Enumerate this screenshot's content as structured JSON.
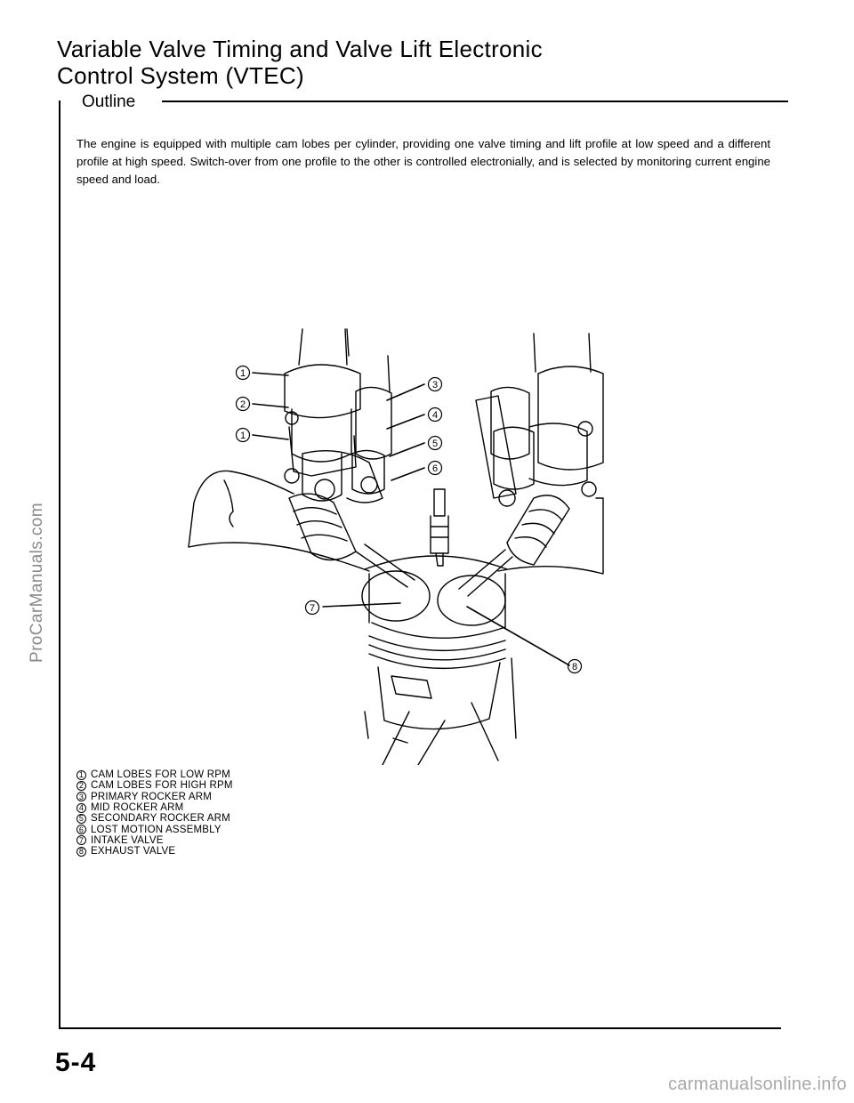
{
  "document": {
    "title_line1": "Variable Valve Timing and Valve Lift Electronic",
    "title_line2": "Control System (VTEC)",
    "section_heading": "Outline",
    "intro": "The engine is equipped with multiple cam lobes per cylinder, providing one valve timing and lift profile at low speed and a different profile at high speed. Switch-over from one profile to the other is controlled electronially, and is selected by monitoring current engine speed and load.",
    "page_number": "5-4"
  },
  "diagram": {
    "callouts": [
      "1",
      "2",
      "1",
      "3",
      "4",
      "5",
      "6",
      "7",
      "8"
    ]
  },
  "legend": [
    {
      "num": "1",
      "text": "CAM LOBES FOR LOW RPM"
    },
    {
      "num": "2",
      "text": "CAM LOBES FOR HIGH RPM"
    },
    {
      "num": "3",
      "text": "PRIMARY ROCKER ARM"
    },
    {
      "num": "4",
      "text": "MID ROCKER ARM"
    },
    {
      "num": "5",
      "text": "SECONDARY ROCKER ARM"
    },
    {
      "num": "6",
      "text": "LOST MOTION ASSEMBLY"
    },
    {
      "num": "7",
      "text": "INTAKE VALVE"
    },
    {
      "num": "8",
      "text": "EXHAUST VALVE"
    }
  ],
  "watermarks": {
    "side": "ProCarManuals.com",
    "bottom": "carmanualsonline.info"
  }
}
